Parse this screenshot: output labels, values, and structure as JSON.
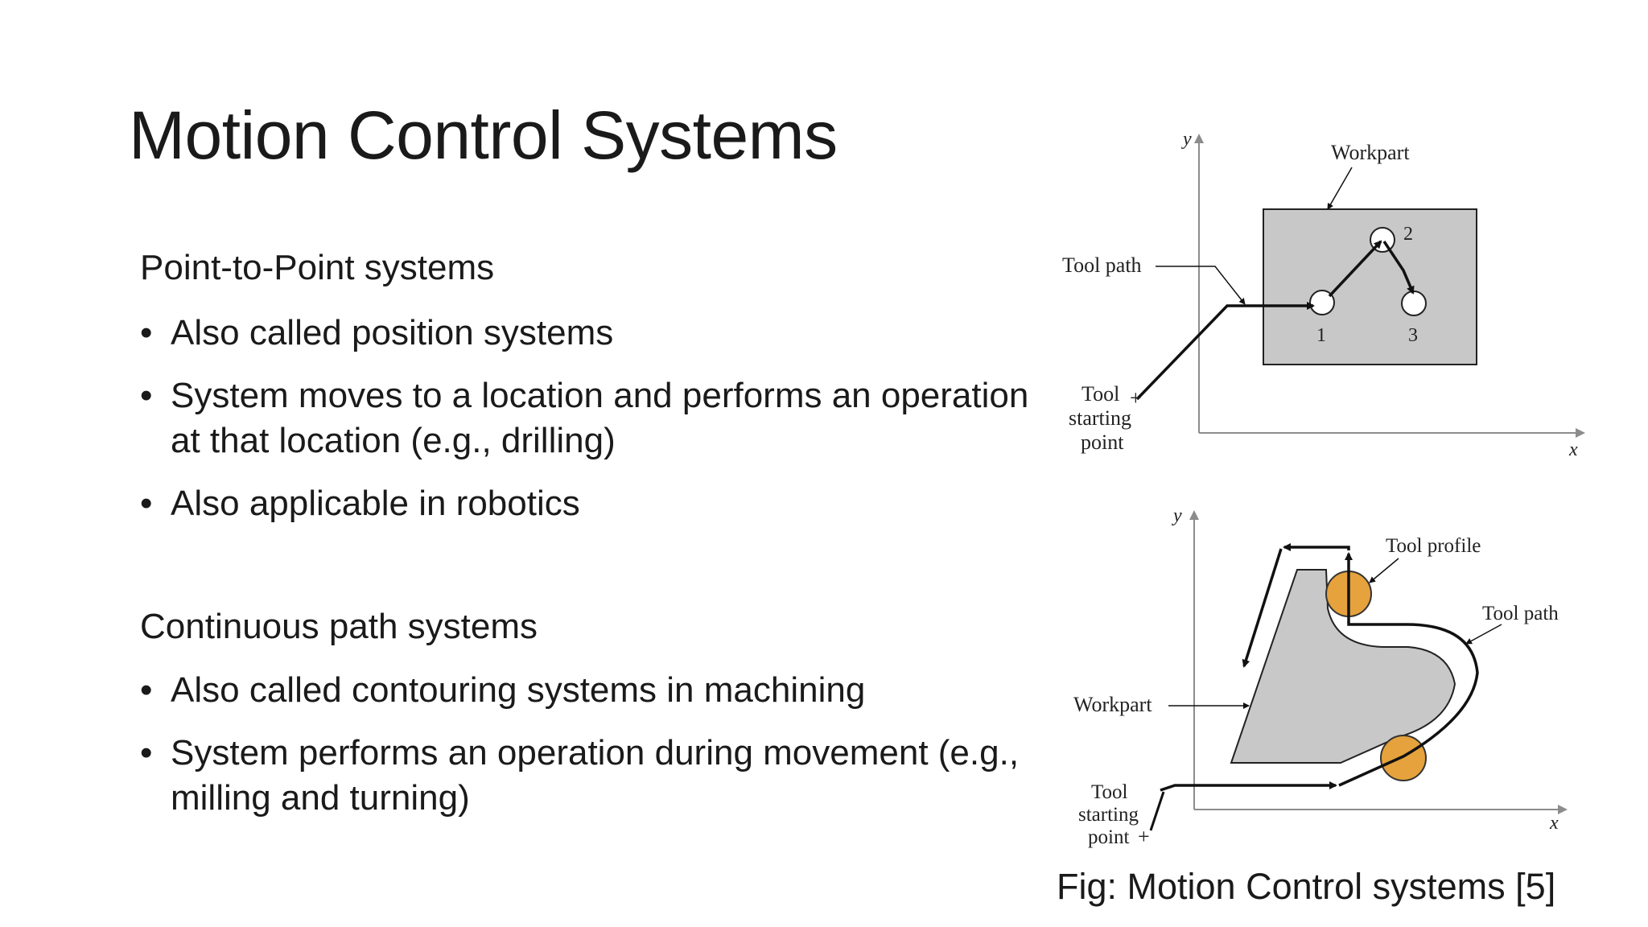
{
  "title": "Motion Control Systems",
  "sections": [
    {
      "heading": "Point-to-Point systems",
      "bullets": [
        "Also called position systems",
        "System moves to a location and performs an operation at that location (e.g., drilling)",
        "Also applicable in robotics"
      ]
    },
    {
      "heading": "Continuous path systems",
      "bullets": [
        "Also called contouring systems in machining",
        "System performs an operation during movement (e.g., milling and turning)"
      ]
    }
  ],
  "diagram_ptp": {
    "axis_y": "y",
    "axis_x": "x",
    "workpart": "Workpart",
    "tool_path": "Tool path",
    "tool_start": [
      "Tool",
      "starting",
      "point"
    ],
    "holes": [
      "1",
      "2",
      "3"
    ]
  },
  "diagram_cp": {
    "axis_y": "y",
    "axis_x": "x",
    "workpart": "Workpart",
    "tool_profile": "Tool profile",
    "tool_path": "Tool path",
    "tool_start": [
      "Tool",
      "starting",
      "point"
    ]
  },
  "caption": "Fig: Motion Control systems [5]",
  "colors": {
    "workpart_fill": "#c8c8c8",
    "tool_fill": "#e6a23c",
    "axis": "#8c8c8c",
    "path": "#111111"
  }
}
